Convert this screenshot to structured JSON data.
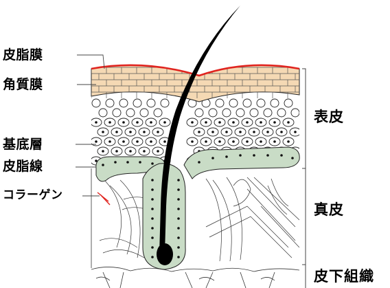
{
  "labels": {
    "sebum_film": "皮脂膜",
    "stratum_corneum": "角質膜",
    "basal_layer": "基底層",
    "sebaceous_gland": "皮脂線",
    "collagen": "コラーゲン",
    "epidermis": "表皮",
    "dermis": "真皮",
    "subcutis": "皮下組織"
  },
  "colors": {
    "sebum_film": "#e0241f",
    "stratum_corneum": "#f5d9b4",
    "gland": "#c9dcc6",
    "collagen_fiber": "#e0241f",
    "hair": "#000000"
  }
}
